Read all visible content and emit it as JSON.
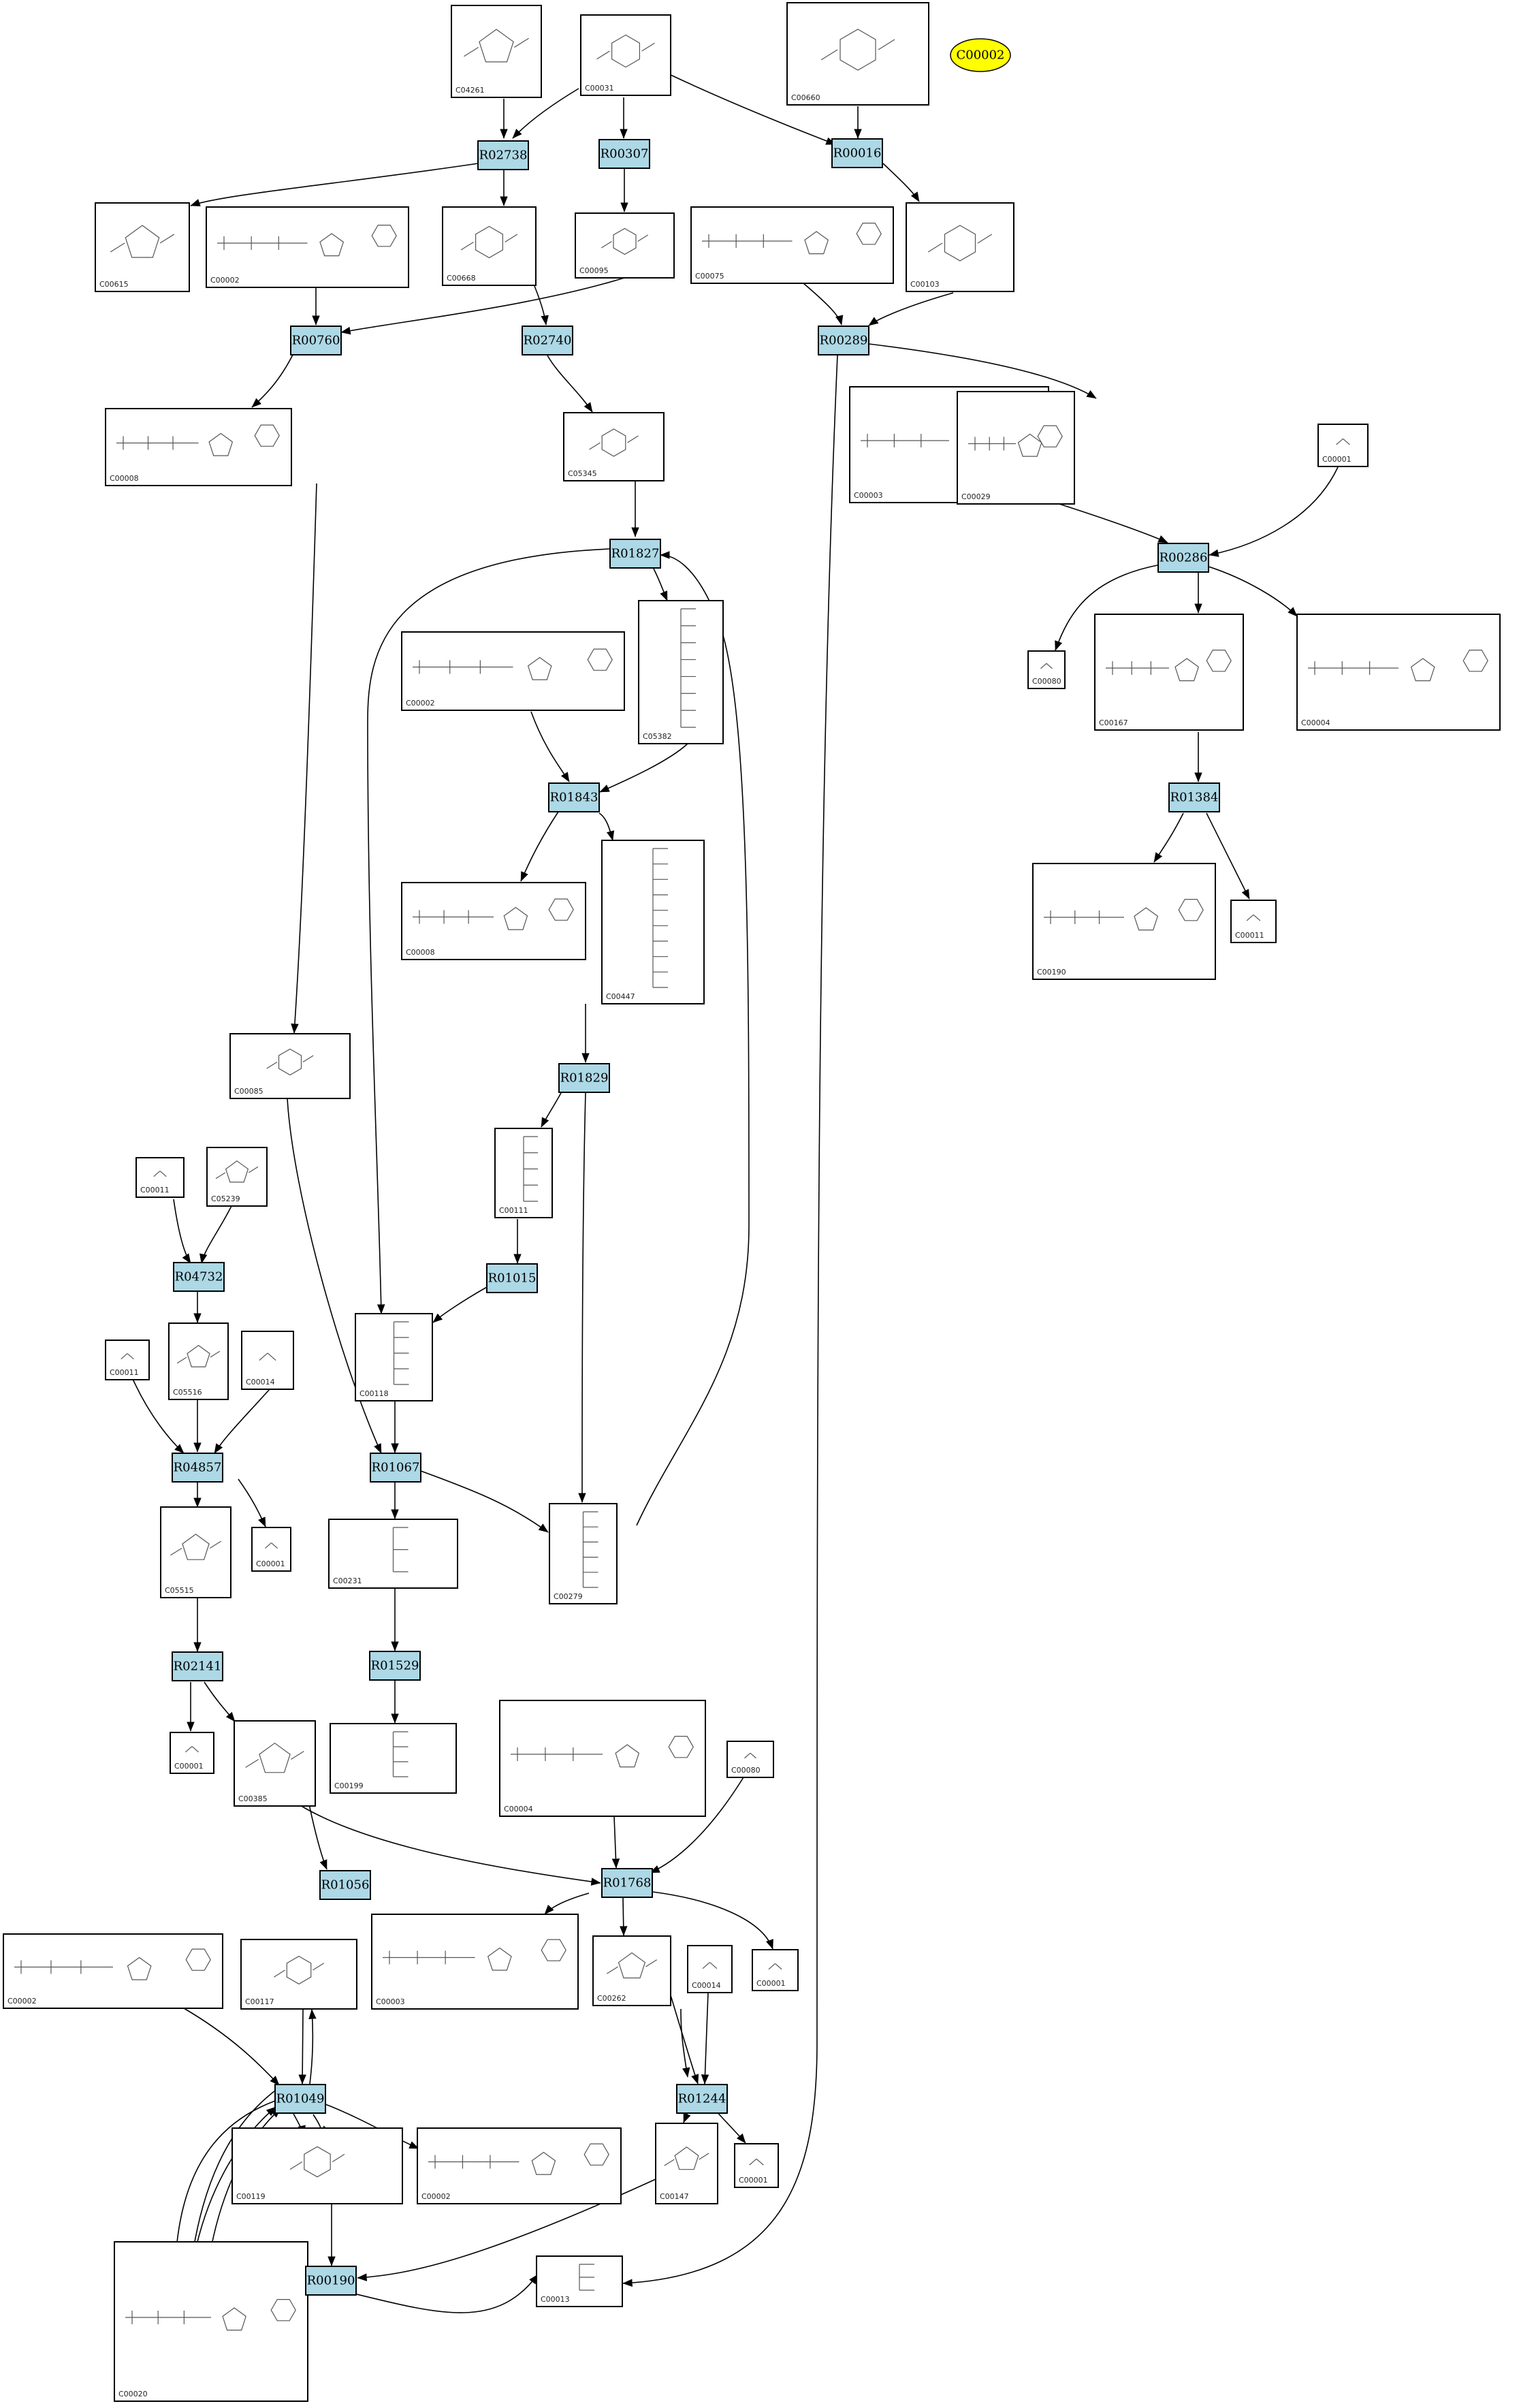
{
  "legend": {
    "label": "C00002",
    "color": "#ffff00"
  },
  "colors": {
    "reaction_fill": "#add8e6",
    "stroke": "#000000",
    "background": "#ffffff"
  },
  "compounds": [
    {
      "id": "C04261",
      "glyph": "ring"
    },
    {
      "id": "C00031",
      "glyph": "sugar"
    },
    {
      "id": "C00660",
      "glyph": "sugar"
    },
    {
      "id": "C00615",
      "glyph": "ring"
    },
    {
      "id": "C00002",
      "glyph": "nucleotide"
    },
    {
      "id": "C00668",
      "glyph": "sugar"
    },
    {
      "id": "C00095",
      "glyph": "sugar"
    },
    {
      "id": "C00075",
      "glyph": "nucleotide"
    },
    {
      "id": "C00103",
      "glyph": "sugar"
    },
    {
      "id": "C00008",
      "glyph": "nucleotide"
    },
    {
      "id": "C05345",
      "glyph": "sugar"
    },
    {
      "id": "C00003",
      "glyph": "nucleotide"
    },
    {
      "id": "C00029",
      "glyph": "nucleotide"
    },
    {
      "id": "C00001",
      "glyph": "small"
    },
    {
      "id": "C00002",
      "glyph": "nucleotide"
    },
    {
      "id": "C05382",
      "glyph": "chain"
    },
    {
      "id": "C00080",
      "glyph": "small"
    },
    {
      "id": "C00167",
      "glyph": "nucleotide"
    },
    {
      "id": "C00004",
      "glyph": "nucleotide"
    },
    {
      "id": "C00008",
      "glyph": "nucleotide"
    },
    {
      "id": "C00447",
      "glyph": "chain"
    },
    {
      "id": "C00190",
      "glyph": "nucleotide"
    },
    {
      "id": "C00011",
      "glyph": "small"
    },
    {
      "id": "C00085",
      "glyph": "sugar"
    },
    {
      "id": "C00111",
      "glyph": "chain"
    },
    {
      "id": "C00011",
      "glyph": "small"
    },
    {
      "id": "C05239",
      "glyph": "ring"
    },
    {
      "id": "C05516",
      "glyph": "ring"
    },
    {
      "id": "C00011",
      "glyph": "small"
    },
    {
      "id": "C00014",
      "glyph": "small"
    },
    {
      "id": "C00118",
      "glyph": "chain"
    },
    {
      "id": "C05515",
      "glyph": "ring"
    },
    {
      "id": "C00001",
      "glyph": "small"
    },
    {
      "id": "C00231",
      "glyph": "chain"
    },
    {
      "id": "C00279",
      "glyph": "chain"
    },
    {
      "id": "C00001",
      "glyph": "small"
    },
    {
      "id": "C00385",
      "glyph": "ring"
    },
    {
      "id": "C00199",
      "glyph": "chain"
    },
    {
      "id": "C00004",
      "glyph": "nucleotide"
    },
    {
      "id": "C00080",
      "glyph": "small"
    },
    {
      "id": "C00002",
      "glyph": "nucleotide"
    },
    {
      "id": "C00117",
      "glyph": "sugar"
    },
    {
      "id": "C00003",
      "glyph": "nucleotide"
    },
    {
      "id": "C00262",
      "glyph": "ring"
    },
    {
      "id": "C00014",
      "glyph": "small"
    },
    {
      "id": "C00001",
      "glyph": "small"
    },
    {
      "id": "C00119",
      "glyph": "sugar"
    },
    {
      "id": "C00002",
      "glyph": "nucleotide"
    },
    {
      "id": "C00147",
      "glyph": "ring"
    },
    {
      "id": "C00001",
      "glyph": "small"
    },
    {
      "id": "C00020",
      "glyph": "nucleotide"
    },
    {
      "id": "C00013",
      "glyph": "chain"
    }
  ],
  "reactions": [
    "R02738",
    "R00307",
    "R00016",
    "R00760",
    "R02740",
    "R00289",
    "R00286",
    "R01827",
    "R01843",
    "R01384",
    "R01829",
    "R04732",
    "R01015",
    "R04857",
    "R01067",
    "R02141",
    "R01529",
    "R01056",
    "R01768",
    "R01049",
    "R01244",
    "R00190"
  ]
}
